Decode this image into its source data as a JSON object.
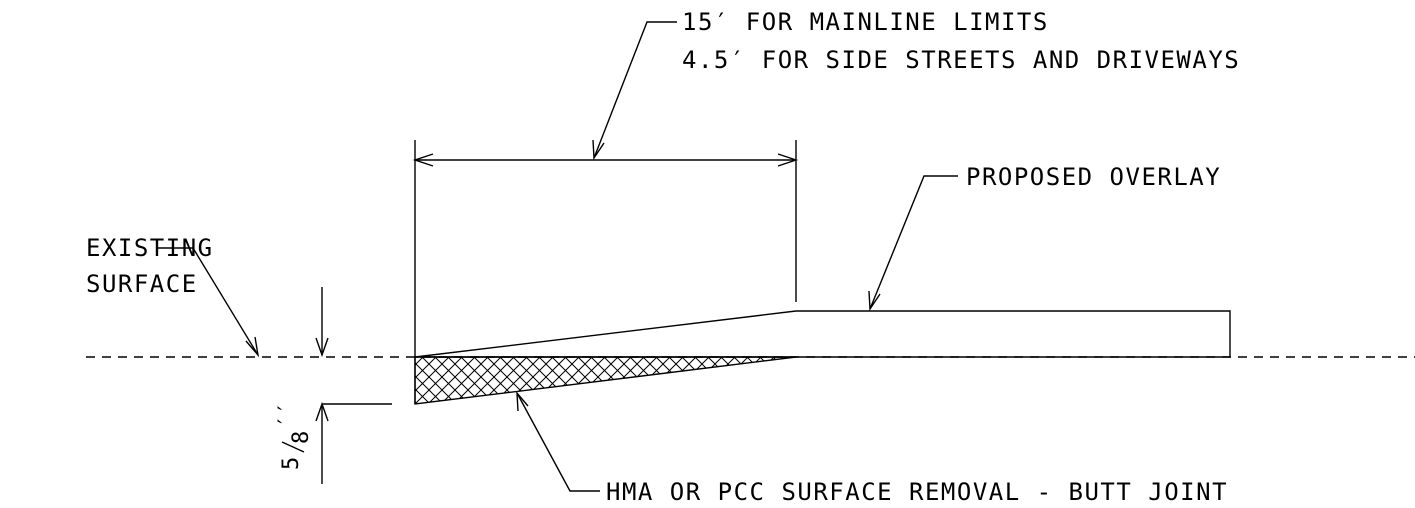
{
  "labels": {
    "width_line1": "15′ FOR MAINLINE LIMITS",
    "width_line2": "4.5′ FOR SIDE STREETS AND DRIVEWAYS",
    "proposed_overlay": "PROPOSED OVERLAY",
    "existing_line1": "EXISTING",
    "existing_line2": "SURFACE",
    "removal": "HMA OR PCC SURFACE REMOVAL - BUTT JOINT",
    "depth_num": "5",
    "depth_den": "8",
    "depth_unit": "′′"
  },
  "colors": {
    "ink": "#000000",
    "background": "#ffffff"
  }
}
